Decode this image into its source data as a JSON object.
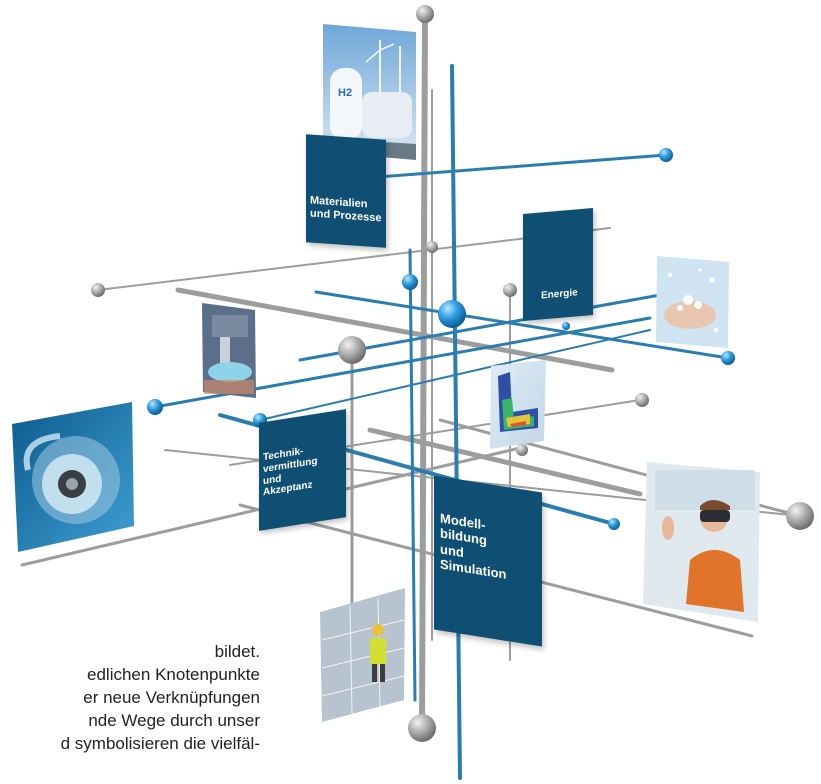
{
  "nodes": [
    {
      "id": "materialien",
      "label": "Materialien\nund Prozesse"
    },
    {
      "id": "energie",
      "label": "Energie"
    },
    {
      "id": "technik",
      "label": "Technik-\nvermittlung\nund\nAkzeptanz"
    },
    {
      "id": "modell",
      "label": "Modell-\nbildung\nund\nSimulation"
    }
  ],
  "background_text": [
    "bildet.",
    "edlichen Knotenpunkte",
    "er neue Verknüpfungen",
    "nde Wege durch unser",
    "d symbolisieren die vielfäl-"
  ],
  "images": [
    {
      "name": "h2-tank-wind-photo",
      "badge": "H2"
    },
    {
      "name": "water-droplets-hand-photo"
    },
    {
      "name": "lab-machine-photo"
    },
    {
      "name": "simulation-plot-photo"
    },
    {
      "name": "turbocharger-render"
    },
    {
      "name": "vr-headset-woman-photo"
    },
    {
      "name": "solar-worker-photo"
    }
  ],
  "colors": {
    "panel": "#0f4f73",
    "blue_line": "#2a7db0",
    "gray_line": "#9a9a9a",
    "blue_node": "#1e8fd0",
    "gray_node": "#a8a8a8"
  }
}
